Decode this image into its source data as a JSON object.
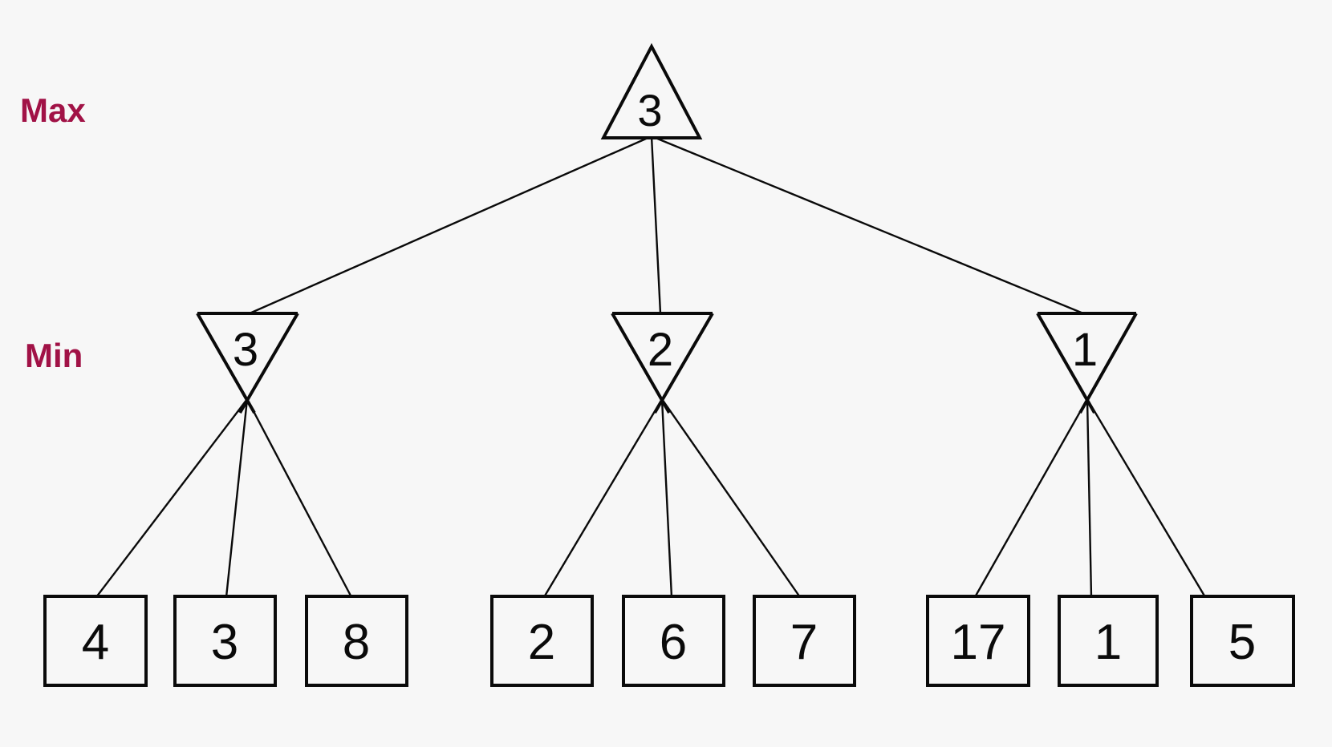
{
  "labels": {
    "max_level": "Max",
    "min_level": "Min"
  },
  "colors": {
    "background": "#F7F7F7",
    "stroke": "#0A0A0A",
    "level_label": "#A11246"
  },
  "tree": {
    "type": "minimax-game-tree",
    "root": {
      "player": "max",
      "shape": "triangle-up",
      "value": "3"
    },
    "min_nodes": [
      {
        "player": "min",
        "shape": "triangle-down",
        "value": "3"
      },
      {
        "player": "min",
        "shape": "triangle-down",
        "value": "2"
      },
      {
        "player": "min",
        "shape": "triangle-down",
        "value": "1"
      }
    ],
    "leaves": [
      {
        "shape": "square",
        "value": "4",
        "parent": 0
      },
      {
        "shape": "square",
        "value": "3",
        "parent": 0
      },
      {
        "shape": "square",
        "value": "8",
        "parent": 0
      },
      {
        "shape": "square",
        "value": "2",
        "parent": 1
      },
      {
        "shape": "square",
        "value": "6",
        "parent": 1
      },
      {
        "shape": "square",
        "value": "7",
        "parent": 1
      },
      {
        "shape": "square",
        "value": "17",
        "parent": 2
      },
      {
        "shape": "square",
        "value": "1",
        "parent": 2
      },
      {
        "shape": "square",
        "value": "5",
        "parent": 2
      }
    ]
  }
}
